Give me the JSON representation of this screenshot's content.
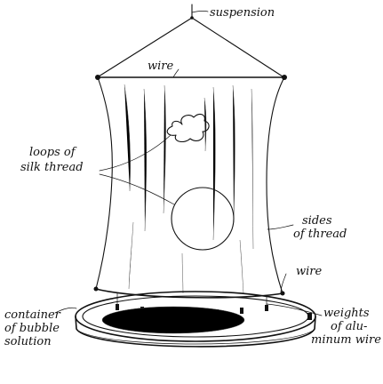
{
  "labels": {
    "suspension": "suspension",
    "wire_top": "wire",
    "loops_line1": "loops of",
    "loops_line2": "silk thread",
    "sides_line1": "sides",
    "sides_line2": "of thread",
    "wire_bottom": "wire",
    "container_line1": "container",
    "container_line2": "of bubble",
    "container_line3": "solution",
    "weights_line1": "weights",
    "weights_line2": "of alu-",
    "weights_line3": "minum wire"
  }
}
